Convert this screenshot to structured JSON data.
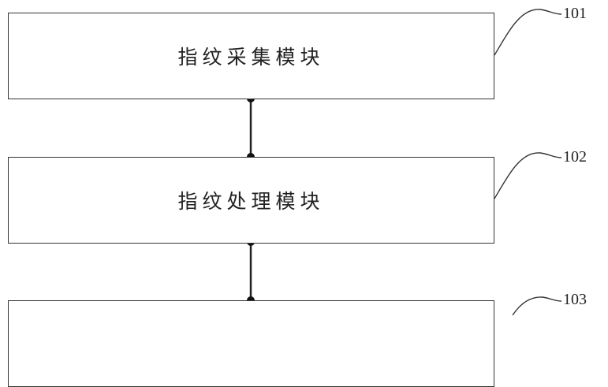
{
  "modules": [
    {
      "label": "指纹采集模块",
      "ref": "101"
    },
    {
      "label": "指纹处理模块",
      "ref": "102"
    },
    {
      "label": "",
      "ref": "103"
    }
  ]
}
